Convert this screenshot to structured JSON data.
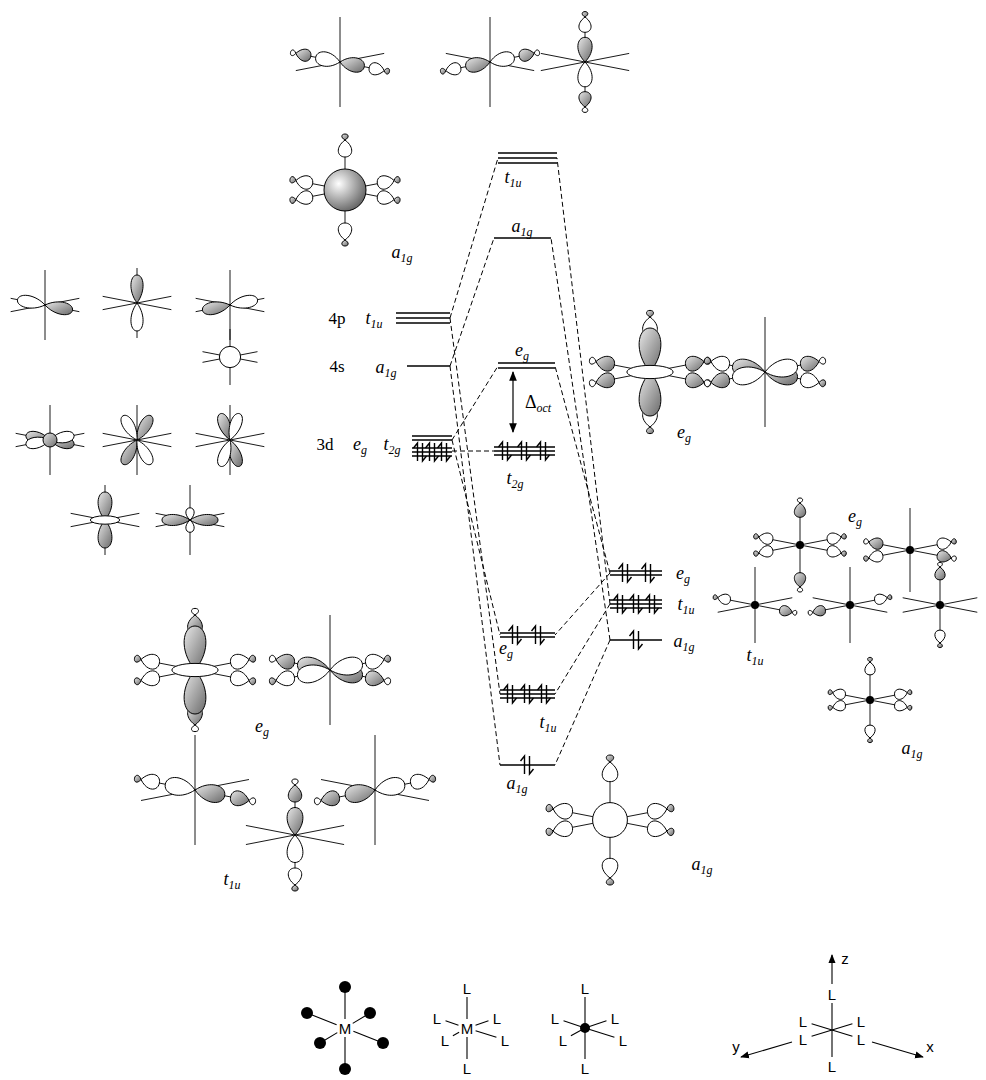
{
  "diagram": {
    "labels": [
      "t1u",
      "a1g",
      "a1g",
      "4p",
      "t1u",
      "4s",
      "a1g",
      "eg",
      "Δoct",
      "eg",
      "3d",
      "eg",
      "t2g",
      "t2g",
      "eg",
      "t1u",
      "a1g",
      "eg",
      "t1u",
      "eg",
      "t1u",
      "a1g",
      "eg",
      "t1u",
      "a1g",
      "a1g",
      "M",
      "L",
      "L",
      "L",
      "M",
      "L",
      "L",
      "L",
      "L",
      "L",
      "L",
      "L",
      "L",
      "L",
      "z",
      "L",
      "L",
      "y",
      "L",
      "L",
      "x",
      "L",
      "L"
    ]
  }
}
